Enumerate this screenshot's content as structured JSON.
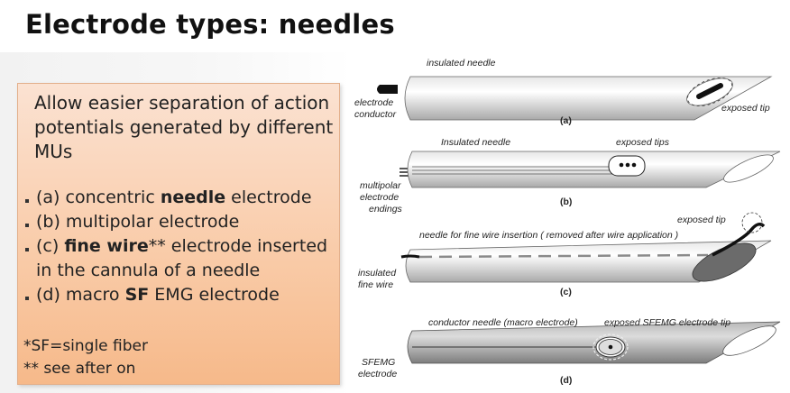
{
  "slide": {
    "title": "Electrode types: needles",
    "intro": "Allow easier separation of action potentials generated by different MUs",
    "bullets": [
      {
        "pre": "(a) concentric ",
        "bold": "needle",
        "post": " electrode"
      },
      {
        "pre": "(b) multipolar electrode",
        "bold": "",
        "post": ""
      },
      {
        "pre": "(c) ",
        "bold": "fine wire",
        "post": "** electrode inserted in the cannula of a needle"
      },
      {
        "pre": "(d) macro ",
        "bold": "SF",
        "post": " EMG electrode"
      }
    ],
    "notes": [
      "*SF=single fiber",
      "** see after on"
    ]
  },
  "diagram": {
    "a": {
      "top_label": "insulated needle",
      "left_label_1": "electrode",
      "left_label_2": "conductor",
      "tip_label": "exposed tip",
      "caption": "(a)"
    },
    "b": {
      "top_label_1": "Insulated needle",
      "top_label_2": "exposed tips",
      "left_label_1": "multipolar",
      "left_label_2": "electrode",
      "left_label_3": "endings",
      "caption": "(b)"
    },
    "c": {
      "top_label": "needle for fine wire insertion ( removed after wire application )",
      "tip_label": "exposed tip",
      "left_label_1": "insulated",
      "left_label_2": "fine wire",
      "caption": "(c)"
    },
    "d": {
      "top_label_1": "conductor needle (macro electrode)",
      "top_label_2": "exposed SFEMG electrode tip",
      "left_label_1": "SFEMG",
      "left_label_2": "electrode",
      "caption": "(d)"
    }
  }
}
